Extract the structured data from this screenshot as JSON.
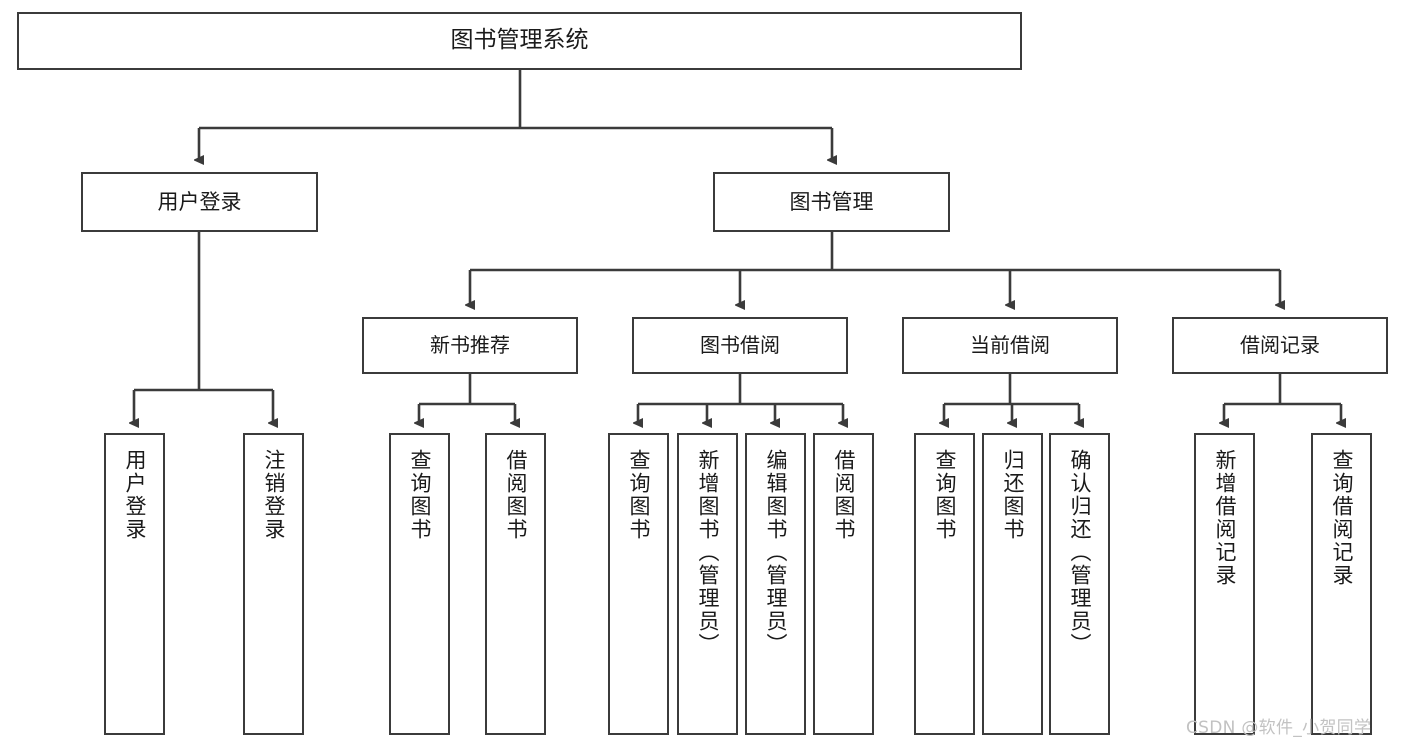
{
  "diagram": {
    "type": "hierarchy-tree",
    "title": "图书管理系统",
    "colors": {
      "background": "#ffffff",
      "node_border": "#3b3b3b",
      "node_fill": "#ffffff",
      "edge": "#3b3b3b",
      "text": "#1a1a1a",
      "watermark": "#c2c2c2"
    },
    "root": {
      "label": "图书管理系统"
    },
    "level1": [
      {
        "label": "用户登录"
      },
      {
        "label": "图书管理"
      }
    ],
    "level2": [
      {
        "label": "新书推荐"
      },
      {
        "label": "图书借阅"
      },
      {
        "label": "当前借阅"
      },
      {
        "label": "借阅记录"
      }
    ],
    "leaves": {
      "user_login": [
        {
          "label": "用户登录"
        },
        {
          "label": "注销登录"
        }
      ],
      "new_book_recommend": [
        {
          "label": "查询图书"
        },
        {
          "label": "借阅图书"
        }
      ],
      "book_borrow": [
        {
          "label": "查询图书"
        },
        {
          "label": "新增图书（管理员）"
        },
        {
          "label": "编辑图书（管理员）"
        },
        {
          "label": "借阅图书"
        }
      ],
      "current_borrow": [
        {
          "label": "查询图书"
        },
        {
          "label": "归还图书"
        },
        {
          "label": "确认归还（管理员）"
        }
      ],
      "borrow_records": [
        {
          "label": "新增借阅记录"
        },
        {
          "label": "查询借阅记录"
        }
      ]
    }
  },
  "watermark": {
    "text": "CSDN @软件_小贺同学"
  }
}
